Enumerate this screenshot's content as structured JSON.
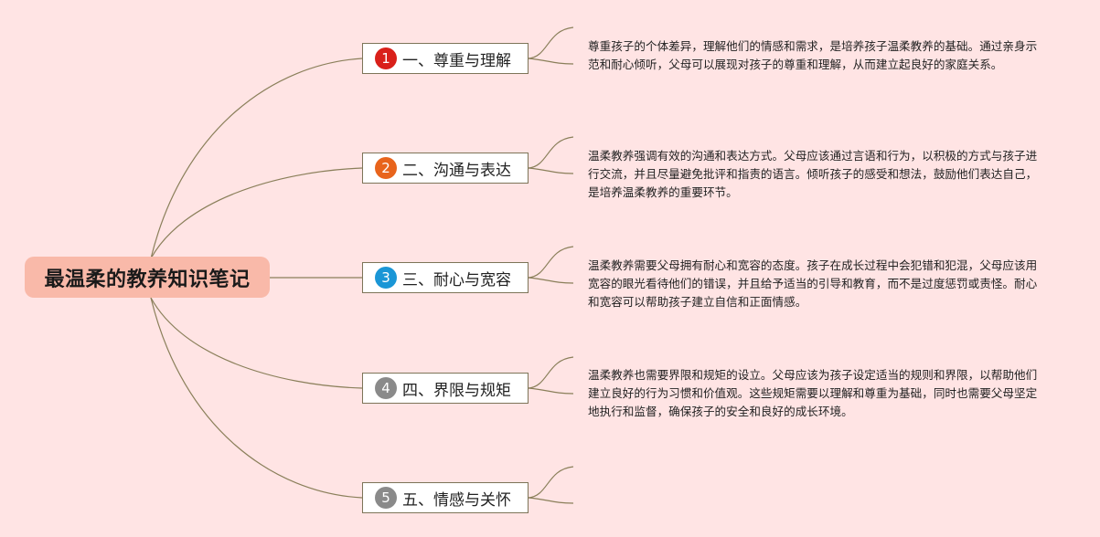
{
  "root": {
    "title": "最温柔的教养知识笔记"
  },
  "branches": [
    {
      "number": "1",
      "label": "一、尊重与理解",
      "color": "#d9201a",
      "description": "尊重孩子的个体差异，理解他们的情感和需求，是培养孩子温柔教养的基础。通过亲身示范和耐心倾听，父母可以展现对孩子的尊重和理解，从而建立起良好的家庭关系。"
    },
    {
      "number": "2",
      "label": "二、沟通与表达",
      "color": "#e8641c",
      "description": "温柔教养强调有效的沟通和表达方式。父母应该通过言语和行为，以积极的方式与孩子进行交流，并且尽量避免批评和指责的语言。倾听孩子的感受和想法，鼓励他们表达自己，是培养温柔教养的重要环节。"
    },
    {
      "number": "3",
      "label": "三、耐心与宽容",
      "color": "#1a96d6",
      "description": "温柔教养需要父母拥有耐心和宽容的态度。孩子在成长过程中会犯错和犯混，父母应该用宽容的眼光看待他们的错误，并且给予适当的引导和教育，而不是过度惩罚或责怪。耐心和宽容可以帮助孩子建立自信和正面情感。"
    },
    {
      "number": "4",
      "label": "四、界限与规矩",
      "color": "#8a8a8a",
      "description": "温柔教养也需要界限和规矩的设立。父母应该为孩子设定适当的规则和界限，以帮助他们建立良好的行为习惯和价值观。这些规矩需要以理解和尊重为基础，同时也需要父母坚定地执行和监督，确保孩子的安全和良好的成长环境。"
    },
    {
      "number": "5",
      "label": "五、情感与关怀",
      "color": "#8a8a8a",
      "description": ""
    }
  ],
  "colors": {
    "background": "#ffe4e4",
    "root_fill": "#f9b9a9",
    "connector": "#8a7f5a",
    "branch_border": "#7d7458"
  }
}
